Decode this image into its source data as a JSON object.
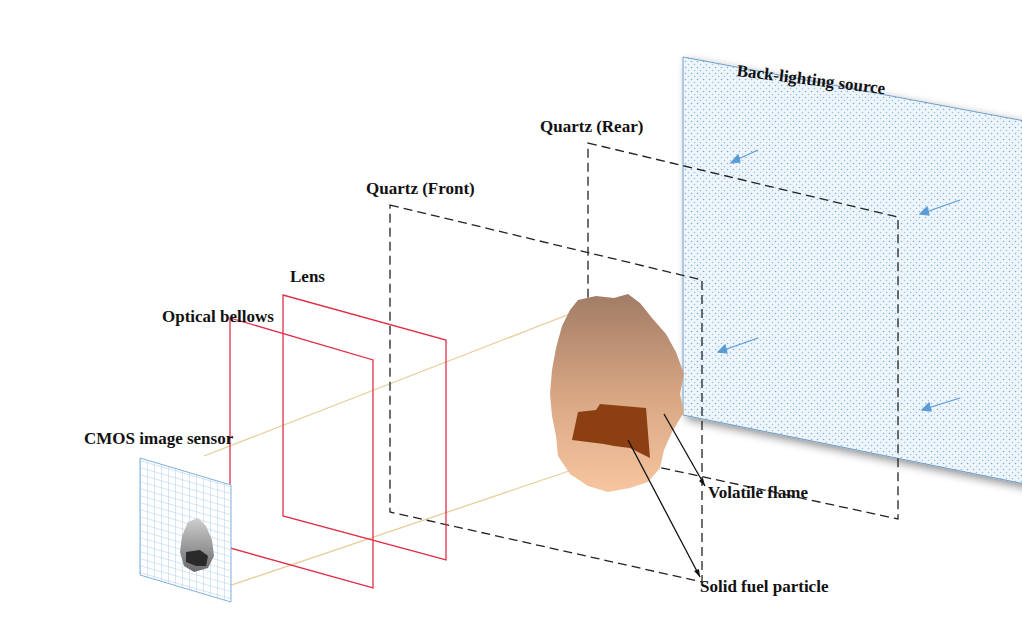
{
  "diagram": {
    "labels": [
      "Back-lighting source",
      "Quartz (Rear)",
      "Quartz (Front)",
      "Lens",
      "Optical bellows",
      "CMOS image sensor",
      "Volatile flame",
      "Solid fuel particle"
    ]
  }
}
